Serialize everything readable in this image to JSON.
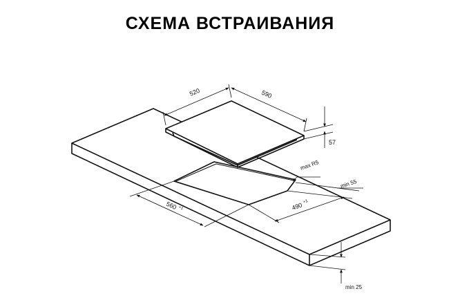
{
  "title": "СХЕМА ВСТРАИВАНИЯ",
  "dimensions": {
    "hob_depth": "520",
    "hob_width": "590",
    "hob_height": "57",
    "max_radius": "max R5",
    "min_back": "min 55",
    "cut_depth": "490",
    "cut_depth_tol": "+1",
    "cut_width": "560",
    "cut_width_tol": "+1",
    "min_bottom": "min 25"
  }
}
